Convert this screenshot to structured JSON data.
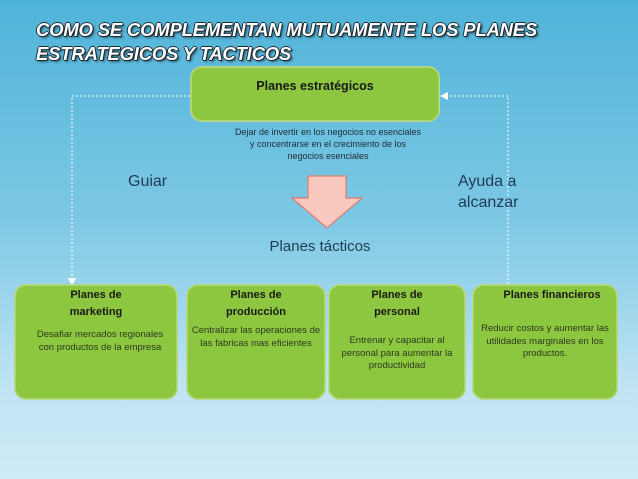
{
  "title": {
    "line1": "COMO SE COMPLEMENTAN MUTUAMENTE LOS PLANES",
    "line2": "ESTRATEGICOS Y TACTICOS"
  },
  "strategic": {
    "heading": "Planes estratégicos",
    "description": "Dejar de invertir en los negocios no esenciales y concentrarse en el crecimiento  de los negocios esenciales"
  },
  "labels": {
    "left": "Guiar",
    "right_line1": "Ayuda a",
    "right_line2": "alcanzar",
    "tactical": "Planes tácticos"
  },
  "tactical_plans": [
    {
      "heading_line1": "Planes de",
      "heading_line2": "marketing",
      "description": "Desafiar mercados regionales con productos de la empresa"
    },
    {
      "heading_line1": "Planes de",
      "heading_line2": "producción",
      "description": "Centralizar las operaciones de las fabricas mas eficientes"
    },
    {
      "heading_line1": "Planes de",
      "heading_line2": "personal",
      "description": "Entrenar y capacitar al personal para aumentar la productividad"
    },
    {
      "heading_line1": "Planes financieros",
      "heading_line2": "",
      "description": "Reducir costos y aumentar las utilidades marginales en los productos."
    }
  ],
  "colors": {
    "box_fill": "#8dc63f",
    "arrow_fill": "#f9c9c0",
    "arrow_stroke": "#e07a6a",
    "connector": "#ffffff"
  }
}
